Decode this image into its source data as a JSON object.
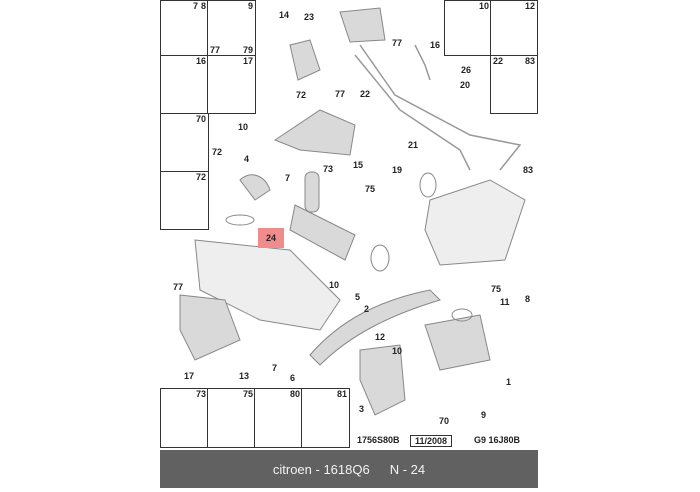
{
  "side_boxes": [
    {
      "nums": [
        "7",
        "8"
      ]
    },
    {
      "nums": [
        "9"
      ],
      "sub": [
        "77",
        "79"
      ]
    },
    {
      "nums": [
        "16"
      ]
    },
    {
      "nums": [
        "17"
      ]
    },
    {
      "nums": [
        "70"
      ]
    },
    {
      "nums": [
        "72"
      ]
    },
    {
      "nums": [
        "10"
      ]
    },
    {
      "nums": [
        "12"
      ]
    },
    {
      "nums": [
        "22",
        "83"
      ]
    }
  ],
  "bottom_boxes": [
    "73",
    "75",
    "80",
    "81"
  ],
  "callouts": [
    "14",
    "23",
    "77",
    "16",
    "26",
    "20",
    "21",
    "72",
    "77",
    "22",
    "10",
    "73",
    "15",
    "72",
    "4",
    "7",
    "75",
    "19",
    "83",
    "10",
    "5",
    "2",
    "75",
    "11",
    "8",
    "77",
    "12",
    "10",
    "7",
    "6",
    "17",
    "13",
    "1",
    "3",
    "9",
    "70"
  ],
  "highlight": "24",
  "codes": {
    "ref": "1756S80B",
    "date": "11/2008",
    "model": "G9 16J80B"
  },
  "footer": {
    "brand_part": "citroen - 1618Q6",
    "position": "N - 24"
  },
  "colors": {
    "highlight": "#f28b8b",
    "footer_bg": "#616161"
  }
}
